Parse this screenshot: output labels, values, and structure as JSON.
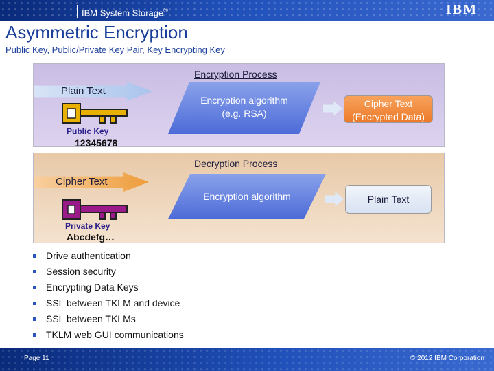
{
  "header": {
    "brand": "IBM System Storage",
    "brand_mark": "®",
    "logo": "IBM"
  },
  "title": "Asymmetric Encryption",
  "subtitle": "Public Key, Public/Private Key Pair, Key Encrypting Key",
  "encryption": {
    "title": "Encryption Process",
    "input": "Plain Text",
    "algorithm_line1": "Encryption algorithm",
    "algorithm_line2": "(e.g. RSA)",
    "output_line1": "Cipher Text",
    "output_line2": "(Encrypted Data)",
    "key_label": "Public Key",
    "key_value": "12345678",
    "key_icon": "key-icon",
    "key_color": "#e8b000"
  },
  "decryption": {
    "title": "Decryption Process",
    "input": "Cipher Text",
    "algorithm": "Encryption algorithm",
    "output": "Plain Text",
    "key_label": "Private Key",
    "key_value": "Abcdefg…",
    "key_icon": "key-icon",
    "key_color": "#9a1a8a"
  },
  "bullets": [
    "Drive authentication",
    "Session security",
    "Encrypting Data Keys",
    "SSL between TKLM and device",
    "SSL between TKLMs",
    "TKLM web GUI communications"
  ],
  "footer": {
    "page": "Page 11",
    "copyright": "© 2012 IBM Corporation"
  }
}
